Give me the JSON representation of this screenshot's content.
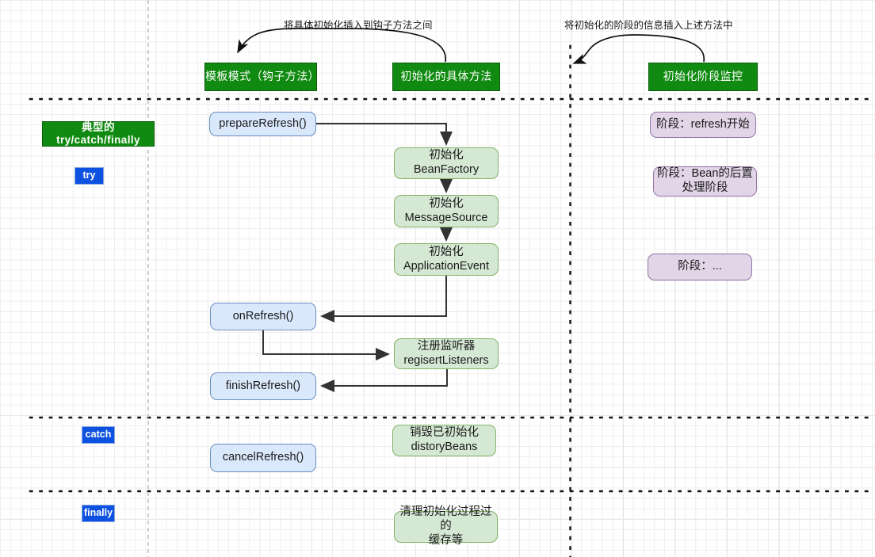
{
  "diagram": {
    "title": "Spring refresh() lifecycle flow",
    "colors": {
      "green_solid_fill": "#108a10",
      "green_solid_text": "#ffffff",
      "blue_solid_fill": "#0d51e0",
      "blue_soft_fill": "#dae8fc",
      "blue_soft_border": "#6c8ebf",
      "green_soft_fill": "#d5e8d4",
      "green_soft_border": "#82b366",
      "purple_soft_fill": "#e1d5e7",
      "purple_soft_border": "#9673a6",
      "connector": "#333333",
      "grid_minor": "#eeeeee",
      "grid_major": "#d6d6d6"
    },
    "annotations": [
      {
        "id": "annot-insert-concrete",
        "text": "将具体初始化插入到钩子方法之间"
      },
      {
        "id": "annot-insert-phase",
        "text": "将初始化的阶段的信息插入上述方法中"
      }
    ],
    "header_boxes": [
      {
        "id": "template-pattern",
        "text": "模板模式（钩子方法）"
      },
      {
        "id": "concrete-init-method",
        "text": "初始化的具体方法"
      },
      {
        "id": "init-phase-monitor",
        "text": "初始化阶段监控"
      }
    ],
    "section_labels": [
      {
        "id": "typical-try-catch-finally",
        "text": "典型的try/catch/finally"
      },
      {
        "id": "try",
        "text": "try"
      },
      {
        "id": "catch",
        "text": "catch"
      },
      {
        "id": "finally",
        "text": "finally"
      }
    ],
    "method_boxes": [
      {
        "id": "prepare-refresh",
        "text": "prepareRefresh()"
      },
      {
        "id": "on-refresh",
        "text": "onRefresh()"
      },
      {
        "id": "finish-refresh",
        "text": "finishRefresh()"
      },
      {
        "id": "cancel-refresh",
        "text": "cancelRefresh()"
      }
    ],
    "step_boxes": [
      {
        "id": "init-bean-factory",
        "line1": "初始化",
        "line2": "BeanFactory",
        "text": "初始化\nBeanFactory"
      },
      {
        "id": "init-message-source",
        "line1": "初始化",
        "line2": "MessageSource",
        "text": "初始化\nMessageSource"
      },
      {
        "id": "init-application-event",
        "line1": "初始化",
        "line2": "ApplicationEvent",
        "text": "初始化\nApplicationEvent"
      },
      {
        "id": "register-listeners",
        "line1": "注册监听器",
        "line2": "regisertListeners",
        "text": "注册监听器\nregisertListeners"
      },
      {
        "id": "destroy-beans",
        "line1": "销毁已初始化",
        "line2": "distoryBeans",
        "text": "销毁已初始化\ndistoryBeans"
      },
      {
        "id": "clean-cache",
        "line1": "清理初始化过程过的",
        "line2": "缓存等",
        "text": "清理初始化过程过的\n缓存等"
      }
    ],
    "phase_boxes": [
      {
        "id": "phase-refresh-start",
        "text": "阶段：refresh开始"
      },
      {
        "id": "phase-bean-post-process",
        "line1": "阶段：Bean的后置",
        "line2": "处理阶段",
        "text": "阶段：Bean的后置\n处理阶段"
      },
      {
        "id": "phase-ellipsis",
        "text": "阶段：..."
      }
    ]
  }
}
